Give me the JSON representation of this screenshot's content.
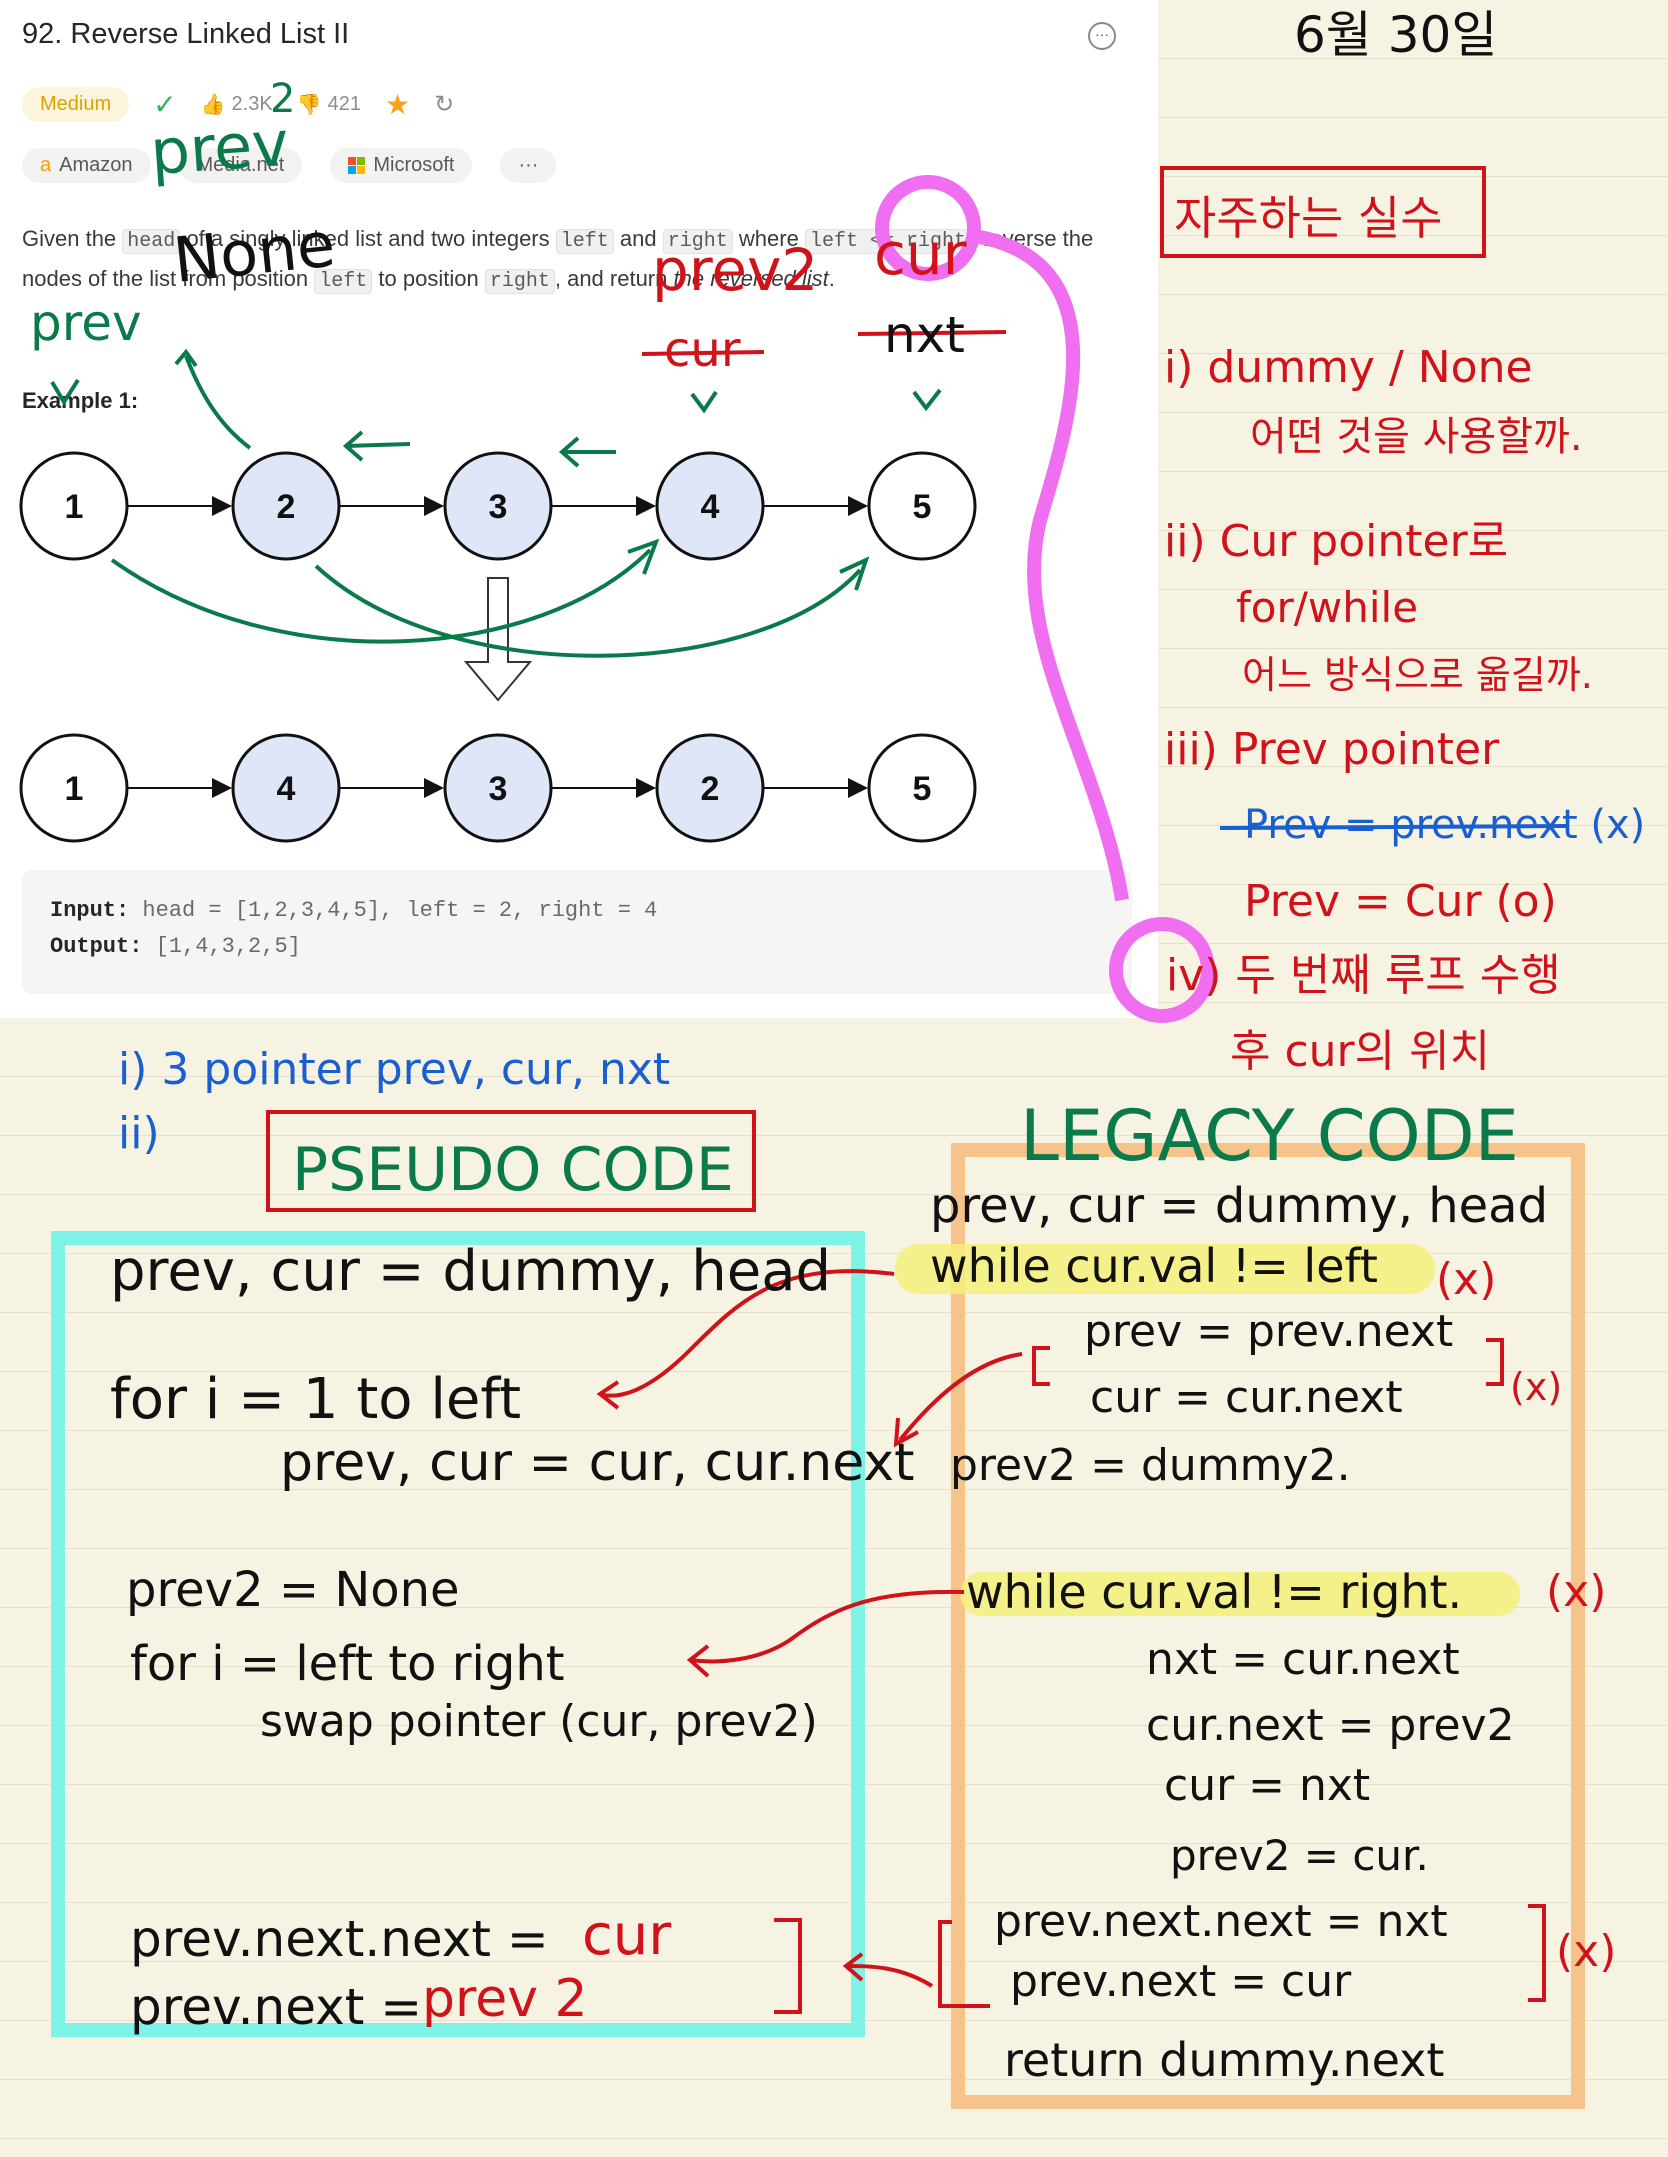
{
  "problem": {
    "title": "92. Reverse Linked List II",
    "difficulty": "Medium",
    "likes": "2.3K",
    "dislikes": "421",
    "companies": [
      "Amazon",
      "Media.net",
      "Microsoft"
    ],
    "more_label": "···",
    "desc_1": "Given the",
    "code_head": "head",
    "desc_2": "of a singly linked list and two integers",
    "code_left": "left",
    "desc_and": "and",
    "code_right": "right",
    "desc_where": "where",
    "code_cond": "left <= right",
    "desc_3": ", reverse the nodes of the list from position",
    "desc_to": "to position",
    "desc_4": ", and return",
    "desc_em": "the reversed list",
    "desc_end": ".",
    "example_label": "Example 1:",
    "diagram": {
      "before": [
        "1",
        "2",
        "3",
        "4",
        "5"
      ],
      "after": [
        "1",
        "4",
        "3",
        "2",
        "5"
      ],
      "highlight_before": [
        false,
        true,
        true,
        true,
        false
      ],
      "highlight_after": [
        false,
        true,
        true,
        true,
        false
      ]
    },
    "input_label": "Input:",
    "input_value": "head = [1,2,3,4,5], left = 2, right = 4",
    "output_label": "Output:",
    "output_value": "[1,4,3,2,5]"
  },
  "colors": {
    "green_ink": "#0a7a4a",
    "red_ink": "#d0121b",
    "blue_ink": "#1a5fd0",
    "black_ink": "#111111",
    "pink_ink": "#f06ef0",
    "cyan_box": "#7cf3e6",
    "orange_box": "#f6c48a",
    "highlight_yellow": "#f4f07a",
    "node_fill": "#dfe6f8"
  },
  "annotations": {
    "date": "6월 30일",
    "prev_top": "prev",
    "two": "2",
    "none": "None",
    "prev_left": "prev",
    "prev2": "prev2",
    "cur_red": "cur",
    "cur_struck": "cur",
    "nxt_struck": "nxt",
    "right_title": "자주하는 실수",
    "right_notes": [
      "i) dummy / None",
      "어떤 것을 사용할까.",
      "ii) Cur pointer로",
      "for/while",
      "어느 방식으로 옮길까.",
      "iii) Prev pointer",
      "Prev = prev.next (x)",
      "Prev = Cur (o)",
      "iv) 두 번째 루프 수행",
      "후 cur의 위치"
    ],
    "blue_1": "i) 3 pointer  prev, cur, nxt",
    "blue_2": "ii)",
    "pseudo_title": "PSEUDO CODE",
    "legacy_title": "LEGACY CODE",
    "pseudo_lines": [
      "prev, cur = dummy, head",
      "for i = 1 to left",
      "prev, cur = cur, cur.next",
      "prev2 = None",
      "for i = left to right",
      "swap pointer (cur, prev2)",
      "prev.next.next = ",
      "prev.next = "
    ],
    "pseudo_red_cur": "cur",
    "pseudo_red_prev2": "prev 2",
    "legacy_lines": [
      "prev, cur = dummy, head",
      "while cur.val != left",
      "prev = prev.next",
      "cur = cur.next",
      "prev2 = dummy2.",
      "while  cur.val != right.",
      "nxt = cur.next",
      "cur.next = prev2",
      "cur = nxt",
      "prev2 = cur.",
      "prev.next.next = nxt",
      "prev.next = cur",
      "return dummy.next"
    ],
    "x_mark": "(x)"
  }
}
